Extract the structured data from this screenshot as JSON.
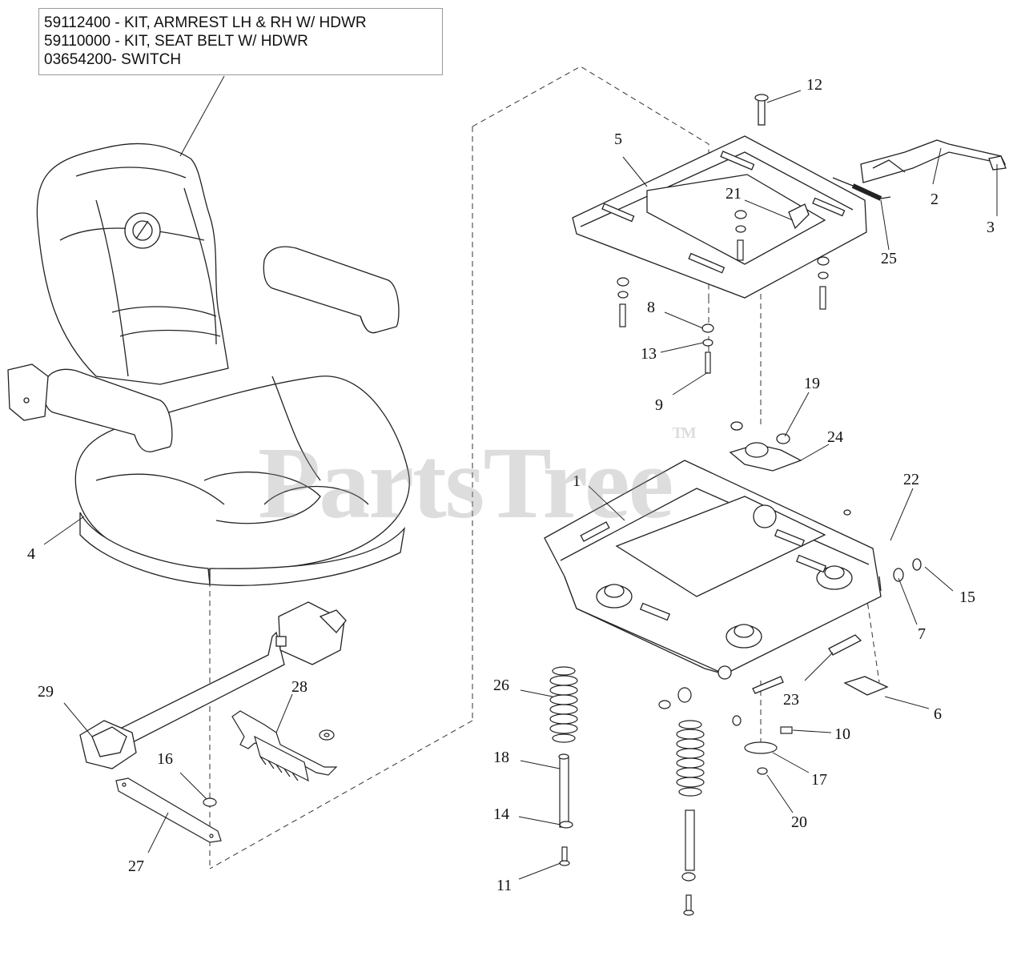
{
  "kit_box": {
    "lines": [
      "59112400 - KIT, ARMREST LH & RH W/ HDWR",
      "59110000 - KIT, SEAT BELT W/ HDWR",
      "03654200- SWITCH"
    ]
  },
  "watermark": {
    "text": "PartsTree",
    "tm": "TM"
  },
  "callouts": [
    "1",
    "2",
    "3",
    "4",
    "5",
    "6",
    "7",
    "8",
    "9",
    "10",
    "11",
    "12",
    "13",
    "14",
    "15",
    "16",
    "17",
    "18",
    "19",
    "20",
    "21",
    "22",
    "23",
    "24",
    "25",
    "26",
    "27",
    "28",
    "29"
  ]
}
